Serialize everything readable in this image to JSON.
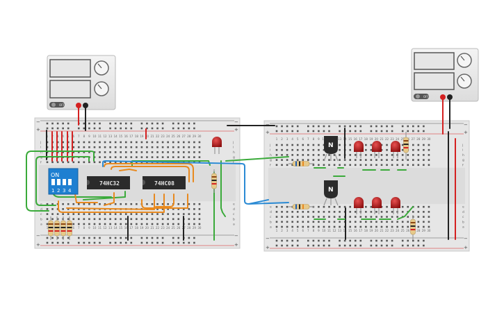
{
  "chips": [
    {
      "label": "74HC32"
    },
    {
      "label": "74HC08"
    }
  ],
  "dip_switch": {
    "on_label": "ON",
    "position_labels": [
      "1",
      "2",
      "3",
      "4"
    ]
  },
  "transistors": [
    {
      "label": "N"
    },
    {
      "label": "N"
    }
  ],
  "breadboard_left": {
    "column_numbers": [
      "1",
      "2",
      "3",
      "4",
      "5",
      "6",
      "7",
      "8",
      "9",
      "10",
      "11",
      "12",
      "13",
      "14",
      "15",
      "16",
      "17",
      "18",
      "19",
      "20",
      "21",
      "22",
      "23",
      "24",
      "25",
      "26",
      "27",
      "28",
      "29",
      "30"
    ],
    "row_letters_top": [
      "j",
      "i",
      "h",
      "g",
      "f"
    ],
    "row_letters_bottom": [
      "e",
      "d",
      "c",
      "b",
      "a"
    ]
  },
  "breadboard_right": {
    "column_numbers": [
      "1",
      "2",
      "3",
      "4",
      "5",
      "6",
      "7",
      "8",
      "9",
      "10",
      "11",
      "12",
      "13",
      "14",
      "15",
      "16",
      "17",
      "18",
      "19",
      "20",
      "21",
      "22",
      "23",
      "24",
      "25",
      "26",
      "27",
      "28",
      "29",
      "30"
    ],
    "row_letters_top": [
      "j",
      "i",
      "h",
      "g",
      "f"
    ],
    "row_letters_bottom": [
      "e",
      "d",
      "c",
      "b",
      "a"
    ]
  },
  "power_supplies": [
    {
      "switch_label": "OFF"
    },
    {
      "switch_label": "OFF"
    }
  ],
  "rail_signs": {
    "plus": "+",
    "minus": "−"
  },
  "colors": {
    "wire_red": "#d42020",
    "wire_black": "#222222",
    "wire_green": "#3aaa3a",
    "wire_orange": "#e8891e",
    "wire_blue": "#2a8ad4",
    "led_red": "#b81c1c",
    "dip_blue": "#1e7fd1",
    "chip": "#2b2b2b"
  }
}
